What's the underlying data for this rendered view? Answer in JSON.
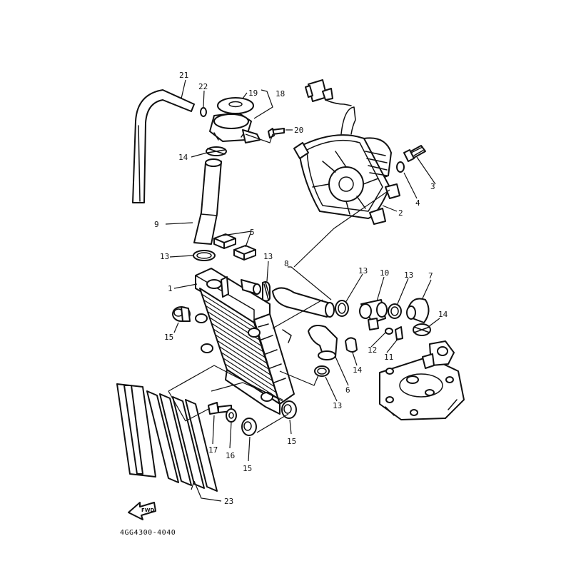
{
  "diagram": {
    "catalog_code": "4GG4300-4040",
    "direction_marker": "FWD",
    "callout_numbers": [
      "1",
      "2",
      "3",
      "4",
      "5",
      "6",
      "7",
      "8",
      "9",
      "10",
      "11",
      "12",
      "13",
      "14",
      "15",
      "16",
      "17",
      "18",
      "19",
      "20",
      "21",
      "22",
      "23"
    ],
    "parts": [
      {
        "ref": "1",
        "name": "radiator"
      },
      {
        "ref": "2",
        "name": "cooling-fan"
      },
      {
        "ref": "3",
        "name": "bolt"
      },
      {
        "ref": "4",
        "name": "washer"
      },
      {
        "ref": "5",
        "name": "damper"
      },
      {
        "ref": "6",
        "name": "water-hose"
      },
      {
        "ref": "7",
        "name": "water-hose"
      },
      {
        "ref": "8",
        "name": "water-hose"
      },
      {
        "ref": "9",
        "name": "water-hose"
      },
      {
        "ref": "10",
        "name": "water-pipe-joint"
      },
      {
        "ref": "11",
        "name": "bolt"
      },
      {
        "ref": "12",
        "name": "washer"
      },
      {
        "ref": "13",
        "name": "hose-clamp"
      },
      {
        "ref": "14",
        "name": "hose-clamp"
      },
      {
        "ref": "15",
        "name": "grommet"
      },
      {
        "ref": "16",
        "name": "collar"
      },
      {
        "ref": "17",
        "name": "bolt"
      },
      {
        "ref": "18",
        "name": "radiator-cap"
      },
      {
        "ref": "19",
        "name": "gasket"
      },
      {
        "ref": "20",
        "name": "screw"
      },
      {
        "ref": "21",
        "name": "breather-hose"
      },
      {
        "ref": "22",
        "name": "clip"
      },
      {
        "ref": "23",
        "name": "radiator-guard"
      }
    ]
  }
}
